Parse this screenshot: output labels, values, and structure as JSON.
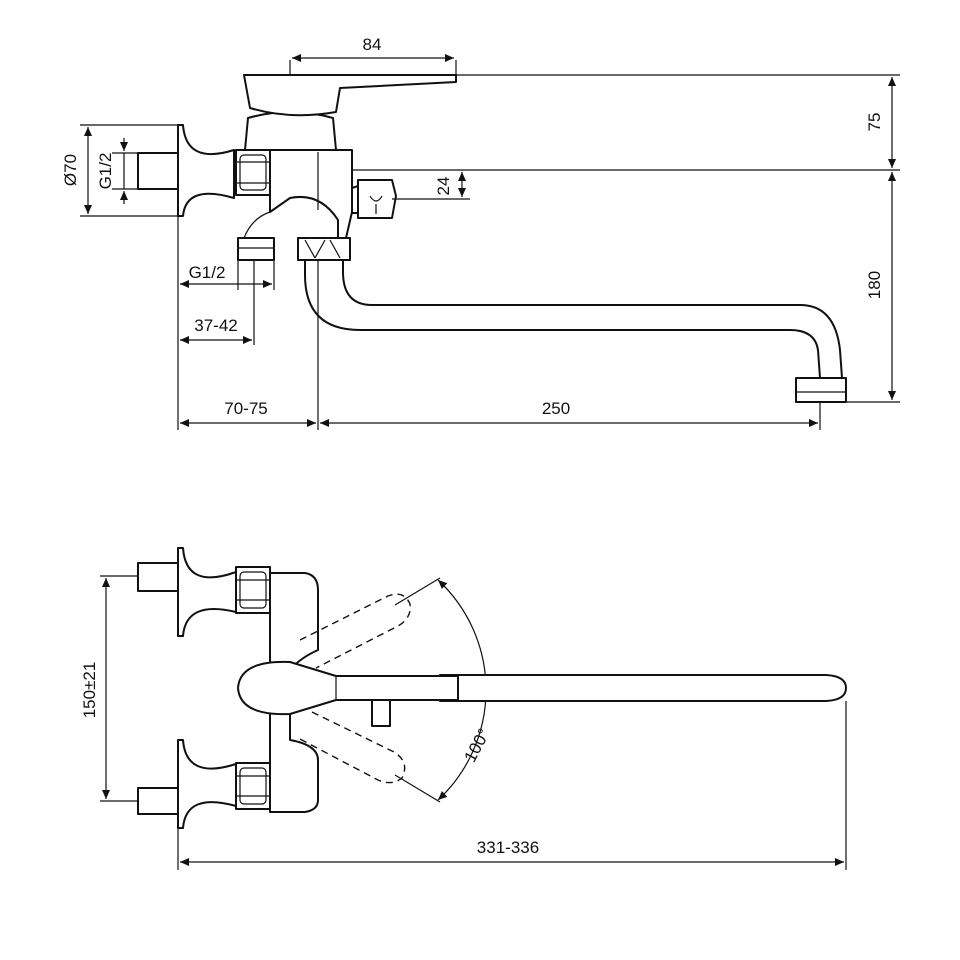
{
  "side_view": {
    "dimensions": {
      "lever_length": "84",
      "handle_height": "75",
      "diverter_height": "24",
      "spout_height": "180",
      "flange_diameter": "Ø70",
      "inlet_thread_top": "G1/2",
      "outlet_thread": "G1/2",
      "thread_offset": "37-42",
      "wall_to_spout": "70-75",
      "spout_reach": "250"
    }
  },
  "top_view": {
    "dimensions": {
      "inlet_spacing": "150±21",
      "lever_rotation": "100°",
      "total_length": "331-336"
    }
  }
}
